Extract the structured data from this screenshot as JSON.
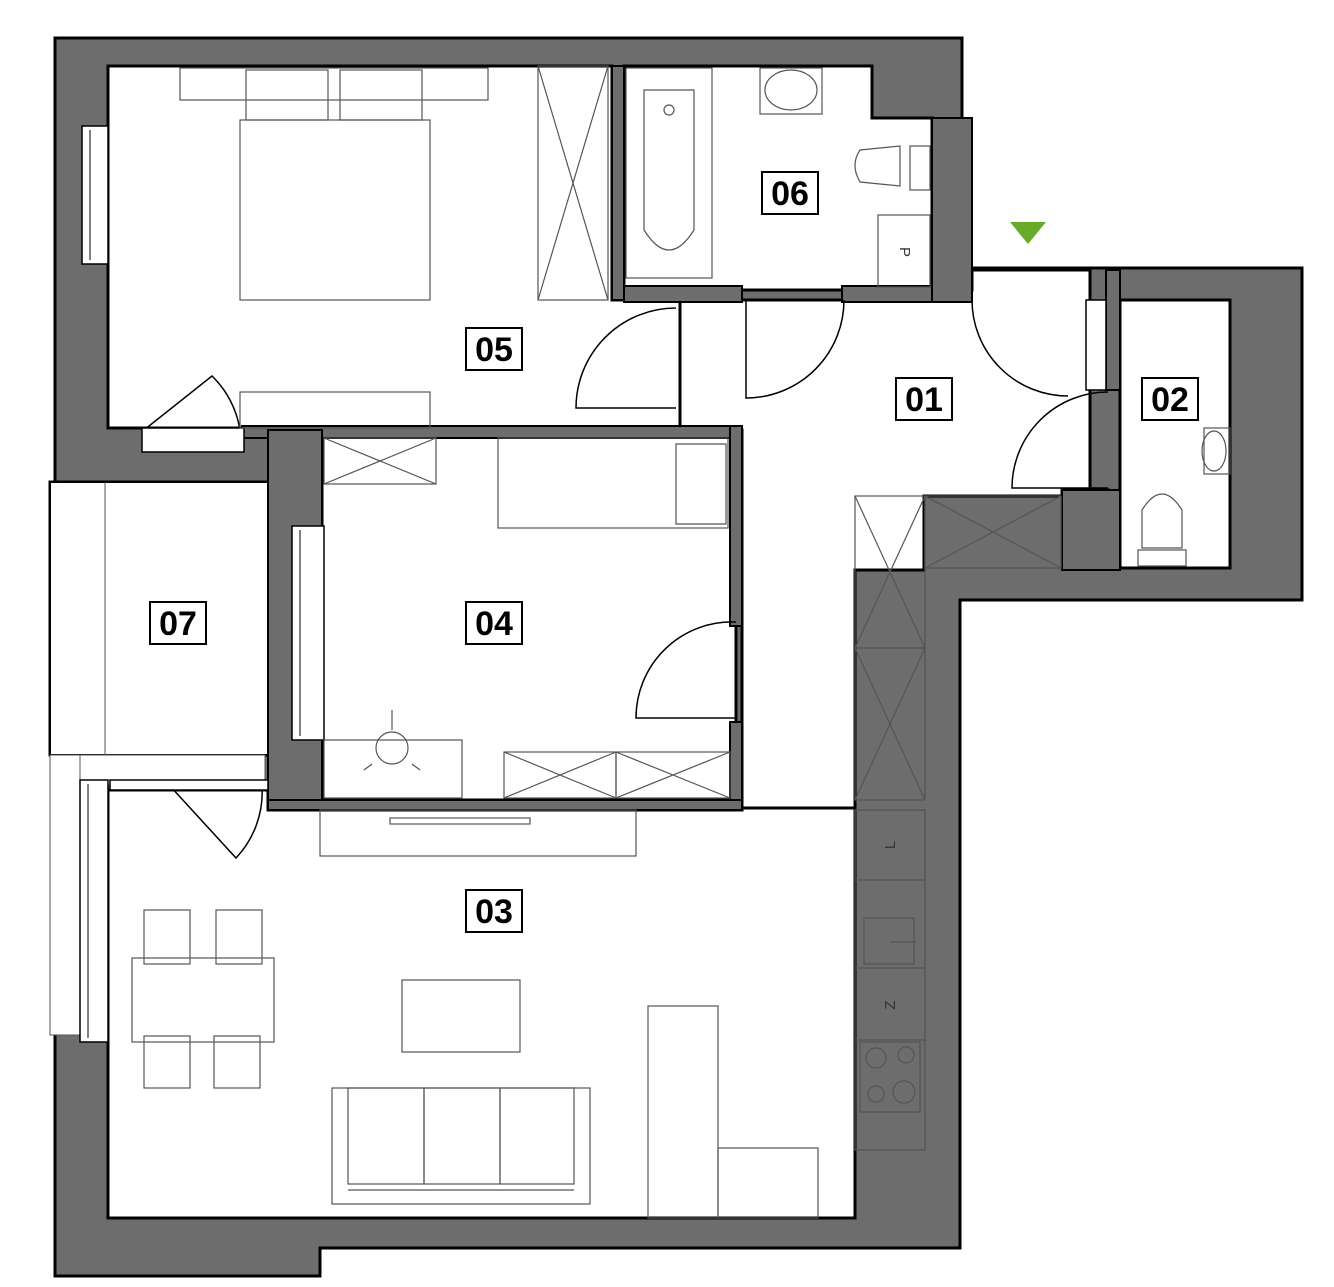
{
  "rooms": [
    {
      "id": "01",
      "label": "01"
    },
    {
      "id": "02",
      "label": "02"
    },
    {
      "id": "03",
      "label": "03"
    },
    {
      "id": "04",
      "label": "04"
    },
    {
      "id": "05",
      "label": "05"
    },
    {
      "id": "06",
      "label": "06"
    },
    {
      "id": "07",
      "label": "07"
    }
  ],
  "appliances": {
    "dryer": "P",
    "fridge": "L",
    "washer": "Z"
  },
  "colors": {
    "wall": "#6d6d6d",
    "entrance_marker": "#6aaa2a"
  },
  "icons": {
    "entrance": "entrance-arrow-icon"
  }
}
